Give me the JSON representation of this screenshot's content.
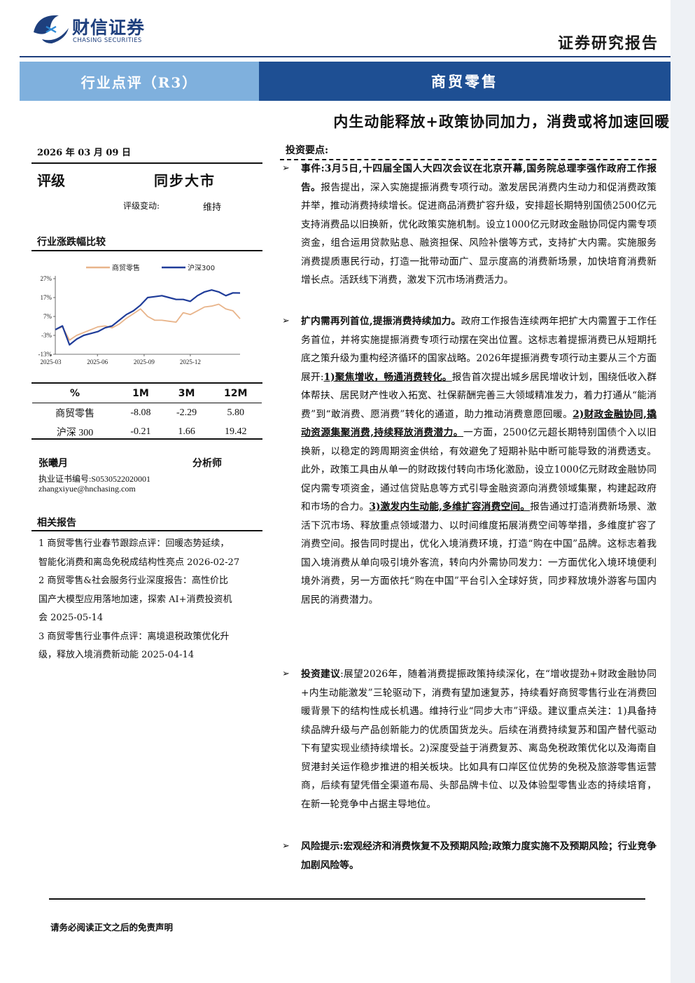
{
  "header": {
    "brand_name": "财信证券",
    "brand_sub": "CHASING SECURITIES",
    "report_type": "证券研究报告",
    "category": "行业点评（R3）",
    "industry": "商贸零售",
    "headline": "内生动能释放+政策协同加力，消费或将加速回暖",
    "colors": {
      "brand_navy": "#1e3f7d",
      "band_light": "#7fb0dd",
      "band_dark": "#1e4f93"
    }
  },
  "meta": {
    "date": "2026 年 03 月 09 日",
    "rating_label": "评级",
    "rating_value": "同步大市",
    "rating_change_label": "评级变动:",
    "rating_change_value": "维持"
  },
  "chart_section": {
    "title": "行业涨跌幅比较"
  },
  "chart_data": {
    "type": "line",
    "x": [
      "2025-03-10",
      "2025-03-24",
      "2025-04-07",
      "2025-04-21",
      "2025-05-05",
      "2025-05-19",
      "2025-06-02",
      "2025-06-16",
      "2025-06-30",
      "2025-07-14",
      "2025-07-28",
      "2025-08-11",
      "2025-08-25",
      "2025-09-08",
      "2025-09-22",
      "2025-10-06",
      "2025-10-20",
      "2025-11-03",
      "2025-11-17",
      "2025-12-01",
      "2025-12-15",
      "2025-12-29",
      "2026-01-12",
      "2026-01-26",
      "2026-02-09",
      "2026-02-23",
      "2026-03-09"
    ],
    "series": [
      {
        "name": "商贸零售",
        "color": "#e8b48a",
        "values": [
          0.0,
          1.5,
          -5.5,
          -3.0,
          -1.5,
          0.0,
          1.5,
          2.0,
          1.0,
          3.0,
          6.0,
          8.5,
          11.0,
          7.0,
          5.0,
          5.0,
          4.5,
          4.0,
          9.0,
          8.0,
          10.0,
          12.0,
          12.5,
          13.5,
          11.0,
          10.0,
          5.8
        ]
      },
      {
        "name": "沪深300",
        "color": "#1f3c99",
        "values": [
          0.0,
          2.0,
          -8.0,
          -5.0,
          -3.0,
          -2.0,
          -1.0,
          1.0,
          2.0,
          5.0,
          8.0,
          10.0,
          13.0,
          17.0,
          17.5,
          18.0,
          17.0,
          16.0,
          16.0,
          15.0,
          18.0,
          20.0,
          21.0,
          20.0,
          18.0,
          19.5,
          19.42
        ]
      }
    ],
    "xticks": [
      "2025-03",
      "2025-06",
      "2025-09",
      "2025-12"
    ],
    "yticks": [
      "27%",
      "17%",
      "7%",
      "-3%",
      "-13%"
    ],
    "ylim": [
      -13,
      27
    ],
    "legend_position": "top"
  },
  "perf_table": {
    "headers": [
      "%",
      "1M",
      "3M",
      "12M"
    ],
    "rows": [
      {
        "name": "商贸零售",
        "v1": "-8.08",
        "v2": "-2.29",
        "v3": "5.80"
      },
      {
        "name": "沪深 300",
        "v1": "-0.21",
        "v2": "1.66",
        "v3": "19.42"
      }
    ]
  },
  "analyst": {
    "name": "张曦月",
    "title": "分析师",
    "cert": "执业证书编号:S0530522020001",
    "email": "zhangxiyue@hnchasing.com"
  },
  "related": {
    "title": "相关报告",
    "items": [
      [
        "1 商贸零售行业春节跟踪点评：回暖态势延续，",
        "智能化消费和离岛免税成结构性亮点 2026-02-27"
      ],
      [
        "2 商贸零售&社会服务行业深度报告：高性价比",
        "国产大模型应用落地加速，探索 AI+消费投资机",
        "会 2025-05-14"
      ],
      [
        "3 商贸零售行业事件点评：离境退税政策优化升",
        "级，释放入境消费新动能 2025-04-14"
      ]
    ]
  },
  "invest": {
    "title": "投资要点:",
    "arrow": "➢",
    "b1": {
      "lead": "事件:3月5日,十四届全国人大四次会议在北京开幕,国务院总理李强作政府工作报告。",
      "body": "报告提出，深入实施提振消费专项行动。激发居民消费内生动力和促消费政策并举，推动消费持续增长。促进商品消费扩容升级，安排超长期特别国债2500亿元支持消费品以旧换新，优化政策实施机制。设立1000亿元财政金融协同促内需专项资金，组合运用贷款贴息、融资担保、风险补偿等方式，支持扩大内需。实施服务消费提质惠民行动，打造一批带动面广、显示度高的消费新场景，加快培育消费新增长点。活跃线下消费，激发下沉市场消费活力。"
    },
    "b2": {
      "lead": "扩内需再列首位,提振消费持续加力。",
      "p1": "政府工作报告连续两年把扩大内需置于工作任务首位，并将实施提振消费专项行动摆在突出位置。这标志着提振消费已从短期托底之策升级为重构经济循环的国家战略。2026年提振消费专项行动主要从三个方面展开:",
      "h1": "1)聚焦增收，畅通消费转化。",
      "p2": "报告首次提出城乡居民增收计划，围绕低收入群体帮扶、居民财产性收入拓宽、社保薪酬完善三大领域精准发力，着力打通从“能消费”到“敢消费、愿消费”转化的通道，助力推动消费意愿回暖。",
      "h2": "2)财政金融协同,撬动资源集聚消费,持续释放消费潜力。",
      "p3": "一方面，2500亿元超长期特别国债个入以旧换新，以稳定的跨周期资金供给，有效避免了短期补贴中断可能导致的消费透支。此外，政策工具由从单一的财政拨付转向市场化激励，设立1000亿元财政金融协同促内需专项资金，通过信贷贴息等方式引导金融资源向消费领域集聚，构建起政府和市场的合力。",
      "h3": "3)激发内生动能,多维扩容消费空间。",
      "p4": "报告通过打造消费新场景、激活下沉市场、释放重点领域潜力、以时间维度拓展消费空间等举措，多维度扩容了消费空间。报告同时提出，优化入境消费环境，打造“购在中国”品牌。这标志着我国入境消费从单向吸引境外客流，转向内外需协同发力：一方面优化入境环境便利境外消费，另一方面依托“购在中国”平台引入全球好货，同步释放境外游客与国内居民的消费潜力。"
    },
    "b3": {
      "lead": "投资建议",
      "body": ":展望2026年，随着消费提振政策持续深化，在“增收提劲+财政金融协同+内生动能激发”三轮驱动下，消费有望加速复苏，持续看好商贸零售行业在消费回暖背景下的结构性成长机遇。维持行业“同步大市”评级。建议重点关注：1)具备持续品牌升级与产品创新能力的优质国货龙头。后续在消费持续复苏和国产替代驱动下有望实现业绩持续增长。2)深度受益于消费复苏、离岛免税政策优化以及海南自贸港封关运作稳步推进的相关板块。比如具有口岸区位优势的免税及旅游零售运营商，后续有望凭借全渠道布局、头部品牌卡位、以及体验型零售业态的持续培育，在新一轮竞争中占据主导地位。"
    },
    "b4": {
      "lead": "风险提示:宏观经济和消费恢复不及预期风险;政策力度实施不及预期风险；行业竞争加剧风险等。"
    }
  },
  "footer": {
    "note": "请务必阅读正文之后的免责声明"
  }
}
